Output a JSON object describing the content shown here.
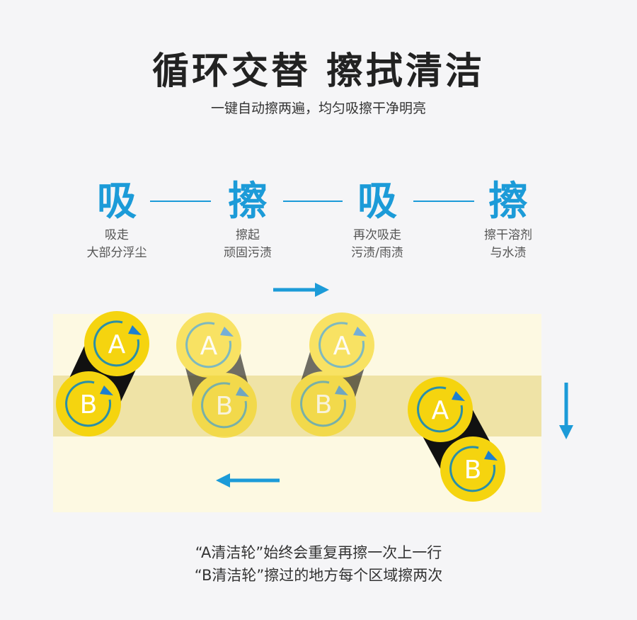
{
  "title": "循环交替 擦拭清洁",
  "subtitle": "一键自动擦两遍，均匀吸擦干净明亮",
  "steps": [
    {
      "big": "吸",
      "line1": "吸走",
      "line2": "大部分浮尘"
    },
    {
      "big": "擦",
      "line1": "擦起",
      "line2": "顽固污渍"
    },
    {
      "big": "吸",
      "line1": "再次吸走",
      "line2": "污渍/雨渍"
    },
    {
      "big": "擦",
      "line1": "擦干溶剂",
      "line2": "与水渍"
    }
  ],
  "wheels": {
    "a": "A",
    "b": "B"
  },
  "bottom": {
    "line1": "“A清洁轮”始终会重复再擦一次上一行",
    "line2": "“B清洁轮”擦过的地方每个区域擦两次"
  },
  "colors": {
    "accent": "#1c9bd8",
    "wheel": "#f5d40f",
    "panel": "#fdf9e2",
    "band": "#efe3a6"
  }
}
